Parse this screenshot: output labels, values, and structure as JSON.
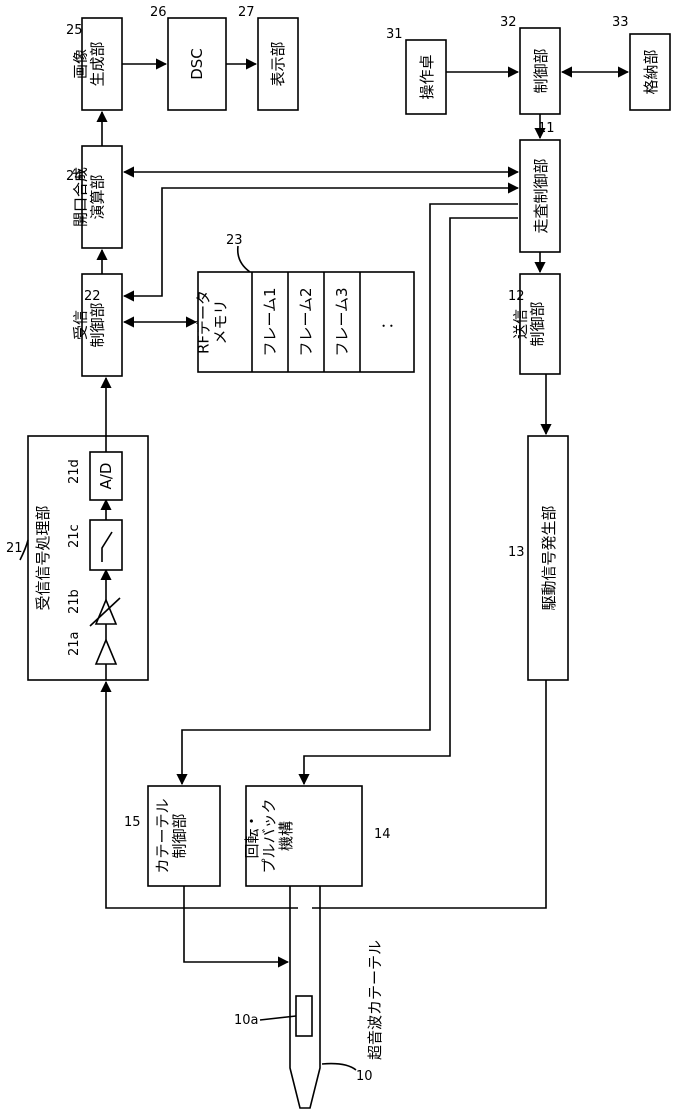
{
  "blocks": {
    "b25": {
      "label": "画像\n生成部",
      "num": "25"
    },
    "b26": {
      "label": "DSC",
      "num": "26"
    },
    "b27": {
      "label": "表示部",
      "num": "27"
    },
    "b31": {
      "label": "操作卓",
      "num": "31"
    },
    "b32": {
      "label": "制御部",
      "num": "32"
    },
    "b33": {
      "label": "格納部",
      "num": "33"
    },
    "b24": {
      "label": "開口合成\n演算部",
      "num": "24"
    },
    "b11": {
      "label": "走査制御部",
      "num": "11"
    },
    "b22": {
      "label": "受信\n制御部",
      "num": "22"
    },
    "b12": {
      "label": "送信\n制御部",
      "num": "12"
    },
    "b23": {
      "num": "23",
      "title": "RFデータ\nメモリ",
      "rows": [
        "フレーム1",
        "フレーム2",
        "フレーム3",
        "："
      ]
    },
    "b21": {
      "label": "受信信号処理部",
      "num": "21",
      "sub_a": "21a",
      "sub_b": "21b",
      "sub_c": "21c",
      "sub_d": "21d",
      "ad": "A/D"
    },
    "b13": {
      "label": "駆動信号発生部",
      "num": "13"
    },
    "b15": {
      "label": "カテーテル\n制御部",
      "num": "15"
    },
    "b14": {
      "label": "回転・\nプルバック\n機構",
      "num": "14"
    },
    "catheter": {
      "num": "10",
      "label": "超音波カテーテル",
      "transducer": "10a"
    }
  }
}
